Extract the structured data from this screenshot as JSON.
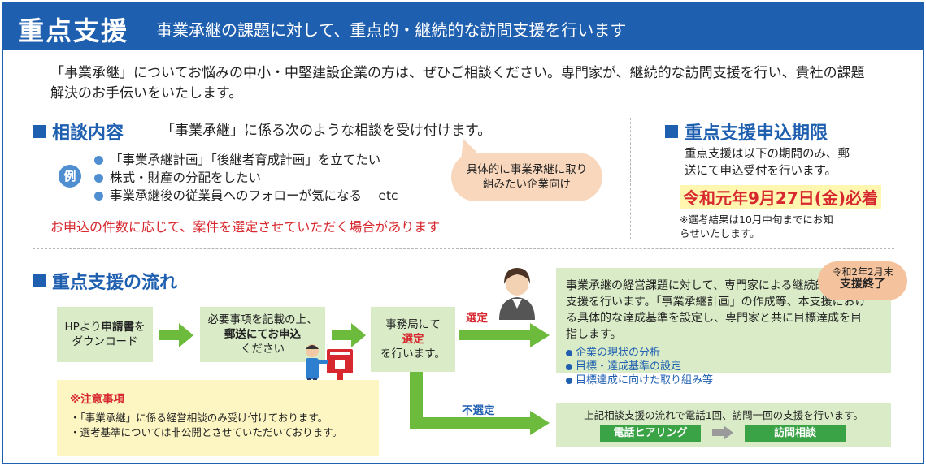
{
  "header": {
    "title": "重点支援",
    "subtitle": "事業承継の課題に対して、重点的・継続的な訪問支援を行います"
  },
  "intro": "「事業承継」についてお悩みの中小・中堅建設企業の方は、ぜひご相談ください。専門家が、継続的な訪問支援を行い、貴社の課題解決のお手伝いをいたします。",
  "consult": {
    "heading": "相談内容",
    "note": "「事業承継」に係る次のような相談を受け付けます。",
    "example_badge": "例",
    "examples": [
      "「事業承継計画」「後継者育成計画」を立てたい",
      "株式・財産の分配をしたい",
      "事業承継後の従業員へのフォローが気になる　 etc"
    ],
    "bubble": "具体的に事業承継に取り組みたい企業向け",
    "warning": "お申込の件数に応じて、案件を選定させていただく場合があります"
  },
  "deadline": {
    "heading": "重点支援申込期限",
    "text": "重点支援は以下の期間のみ、郵送にて申込受付を行います。",
    "date": "令和元年9月27日(金)必着",
    "footnote": "※選考結果は10月中旬までにお知らせいたします。"
  },
  "flow": {
    "heading": "重点支援の流れ",
    "step1_a": "HPより",
    "step1_b": "申請書",
    "step1_c": "を",
    "step1_d": "ダウンロード",
    "step2_a": "必要事項を記載の上、",
    "step2_b": "郵送にてお申込",
    "step2_c": "ください",
    "step3_a": "事務局にて",
    "step3_b": "選定",
    "step3_c": "を行います。",
    "selected_label": "選定",
    "not_selected_label": "不選定",
    "caution_title": "※注意事項",
    "caution_items": [
      "・「事業承継」に係る経営相談のみ受け付けております。",
      "・選考基準については非公開とさせていただいております。"
    ],
    "selected_text": "事業承継の経営課題に対して、専門家による継続的な訪問支援を行います。「事業承継計画」の作成等、本支援における具体的な達成基準を設定し、専門家と共に目標達成を目指します。",
    "selected_bullets": [
      "企業の現状の分析",
      "目標・達成基準の設定",
      "目標達成に向けた取り組み等"
    ],
    "badge_line1": "令和2年2月末",
    "badge_line2": "支援終了",
    "not_selected_text": "上記相談支援の流れで電話1回、訪問一回の支援を行います。",
    "pill_phone": "電話ヒアリング",
    "pill_visit": "訪問相談"
  },
  "colors": {
    "primary": "#1f5fb0",
    "accent_red": "#d7282f",
    "flow_green": "#d9ecc7",
    "arrow_green": "#6cbb3c"
  }
}
